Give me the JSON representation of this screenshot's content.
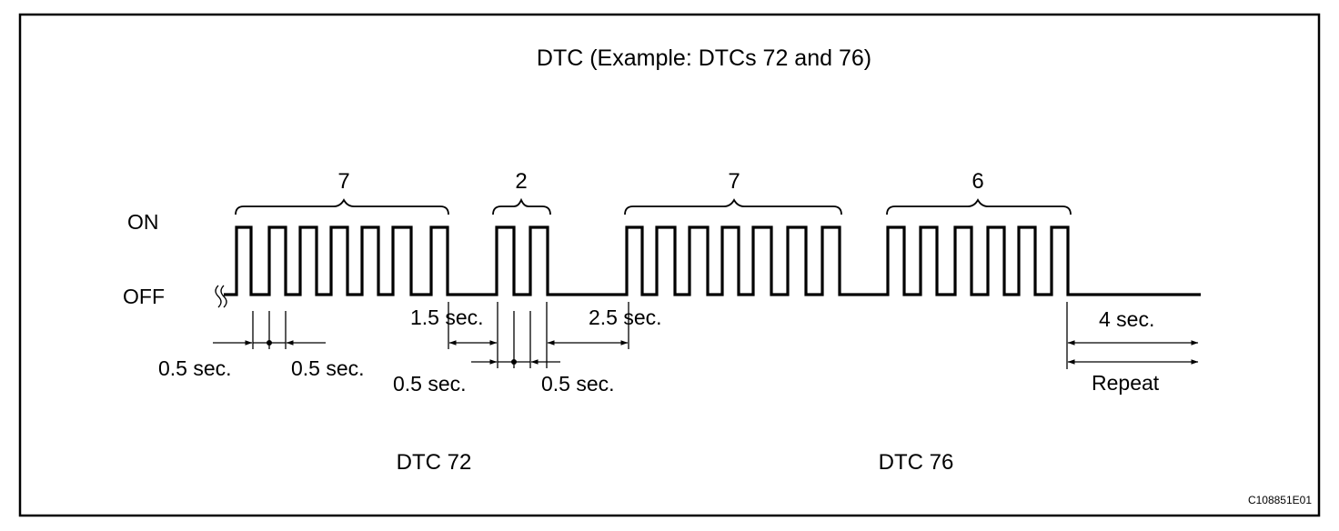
{
  "title": "DTC (Example: DTCs 72 and 76)",
  "levels": {
    "on": "ON",
    "off": "OFF"
  },
  "groups": [
    {
      "count_label": "7",
      "pulses": 7
    },
    {
      "count_label": "2",
      "pulses": 2
    },
    {
      "count_label": "7",
      "pulses": 7
    },
    {
      "count_label": "6",
      "pulses": 6
    }
  ],
  "timing_labels": {
    "pulse_on": "0.5 sec.",
    "pulse_off": "0.5 sec.",
    "digit_gap": "1.5 sec.",
    "pulse_on_2": "0.5 sec.",
    "pulse_off_2": "0.5 sec.",
    "code_gap": "2.5 sec.",
    "repeat_gap": "4 sec.",
    "repeat": "Repeat"
  },
  "dtc_labels": {
    "first": "DTC 72",
    "second": "DTC 76"
  },
  "figure_id": "C108851E01"
}
